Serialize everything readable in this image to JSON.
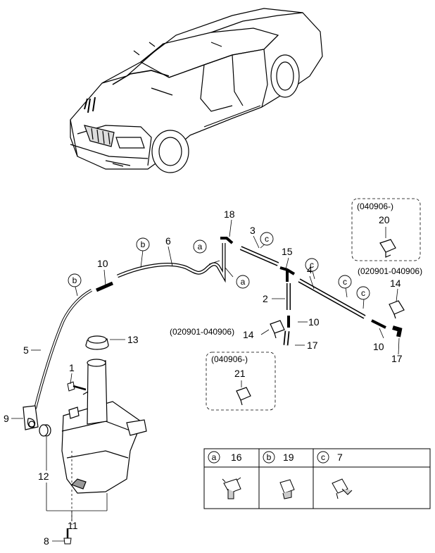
{
  "diagram": {
    "part_numbers": {
      "p1": "1",
      "p2": "2",
      "p3": "3",
      "p4": "4",
      "p5": "5",
      "p6": "6",
      "p8": "8",
      "p9": "9",
      "p10a": "10",
      "p10b": "10",
      "p10c": "10",
      "p11": "11",
      "p12": "12",
      "p13": "13",
      "p14a": "14",
      "p14b": "14",
      "p15": "15",
      "p17a": "17",
      "p17b": "17",
      "p18": "18",
      "p20": "20",
      "p21": "21"
    },
    "date_codes": {
      "top_right_box": "(040906-)",
      "right_range": "(020901-040906)",
      "left_range": "(020901-040906)",
      "mid_box": "(040906-)"
    },
    "reference_letters": {
      "a1": "a",
      "a2": "a",
      "b1": "b",
      "b2": "b",
      "c1": "c",
      "c2": "c",
      "c3": "c",
      "c4": "c"
    },
    "legend": [
      {
        "letter": "a",
        "part": "16"
      },
      {
        "letter": "b",
        "part": "19"
      },
      {
        "letter": "c",
        "part": "7"
      }
    ]
  }
}
